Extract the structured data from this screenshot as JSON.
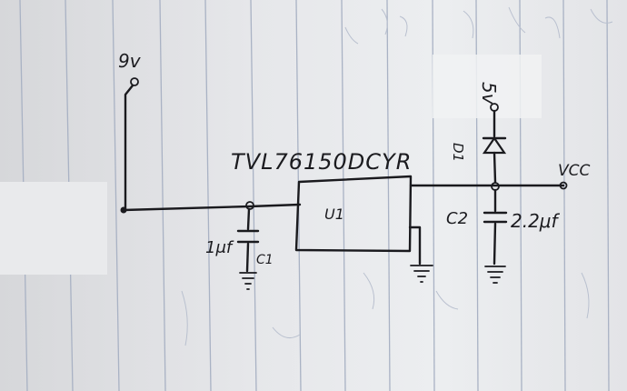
{
  "labels": {
    "vin": "9v",
    "regulator_part": "TVL76150DCYR",
    "regulator_ref": "U1",
    "c1_value": "1μf",
    "c1_ref": "C1",
    "c2_ref": "C2",
    "c2_value": "2.2μf",
    "diode_ref": "D1",
    "v5": "5v",
    "vcc": "VCC"
  }
}
